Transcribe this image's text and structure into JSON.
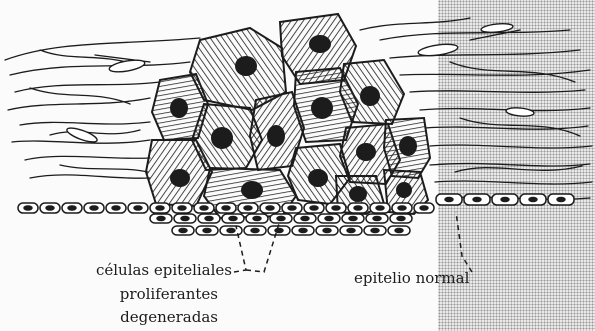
{
  "labels": {
    "cells": "células epiteliales",
    "proliferating": "proliferantes",
    "degenerated": "degeneradas",
    "normal_epithelium": "epitelio normal"
  },
  "colors": {
    "ink": "#1c1c1c",
    "paper": "#fbfbfb",
    "stipple": "#9a9a9a"
  }
}
